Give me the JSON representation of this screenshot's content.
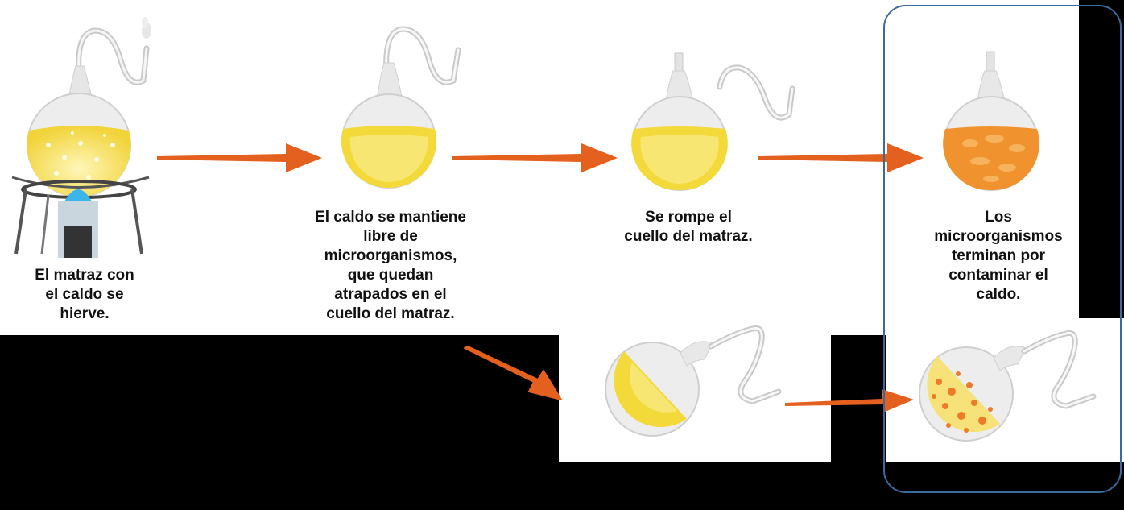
{
  "colors": {
    "broth": "#f3da3a",
    "broth_light": "#fbef9a",
    "contaminated": "#f0922e",
    "arrow": "#e4601e",
    "glass": "#dedede",
    "frame": "#3d6a9a",
    "flame": "#3cb6ea"
  },
  "steps": [
    {
      "id": "boil",
      "caption": "El matraz con\nel caldo se\nhierve."
    },
    {
      "id": "sterile",
      "caption": "El caldo se mantiene\nlibre de\nmicroorganismos,\nque quedan\natrapados en el\ncuello del matraz."
    },
    {
      "id": "broken",
      "caption": "Se rompe el\ncuello del matraz."
    },
    {
      "id": "contaminated",
      "caption": "Los\nmicroorganismos\nterminan por\ncontaminar el\ncaldo."
    }
  ],
  "icons": [
    "flask-icon",
    "arrow-icon",
    "burner-icon",
    "steam-icon"
  ]
}
